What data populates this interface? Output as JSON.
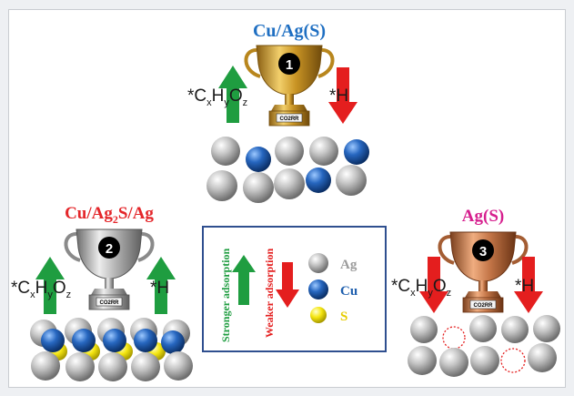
{
  "colors": {
    "blue_title": "#1f6fc2",
    "red_title": "#e4262a",
    "magenta_title": "#d61f8e",
    "green_arrow": "#1f9d40",
    "red_arrow": "#e41e1e",
    "legend_border": "#2f4f8f",
    "gold": "#d9a62b",
    "silver": "#a6a6a6",
    "bronze": "#c77a4a",
    "ag_atom": "#b7b7b7",
    "cu_atom": "#1f5fae",
    "s_atom": "#f2e40e"
  },
  "panels": [
    {
      "name": "cu-ag-s",
      "title_parts": [
        "Cu/Ag(S)"
      ],
      "title_color": "blue_title",
      "rank": "1",
      "trophy": "gold-trophy",
      "badge": "CO2RR",
      "left_label": "*CxHyOz",
      "left_arrow": "up",
      "right_label": "*H",
      "right_arrow": "down"
    },
    {
      "name": "cu-ag2s-ag",
      "title_parts": [
        "Cu/Ag",
        "2",
        "S/Ag"
      ],
      "title_color": "red_title",
      "rank": "2",
      "trophy": "silver-trophy",
      "badge": "CO2RR",
      "left_label": "*CxHyOz",
      "left_arrow": "up",
      "right_label": "*H",
      "right_arrow": "up"
    },
    {
      "name": "ag-s",
      "title_parts": [
        "Ag(S)"
      ],
      "title_color": "magenta_title",
      "rank": "3",
      "trophy": "bronze-trophy",
      "badge": "CO2RR",
      "left_label": "*CxHyOz",
      "left_arrow": "down",
      "right_label": "*H",
      "right_arrow": "down"
    }
  ],
  "formula": {
    "star_c": "*C",
    "sub_x": "x",
    "h": "H",
    "sub_y": "y",
    "o": "O",
    "sub_z": "z"
  },
  "legend": {
    "stronger": "Stronger adsorption",
    "weaker": "Weaker adsorption",
    "ag": "Ag",
    "cu": "Cu",
    "s": "S"
  }
}
